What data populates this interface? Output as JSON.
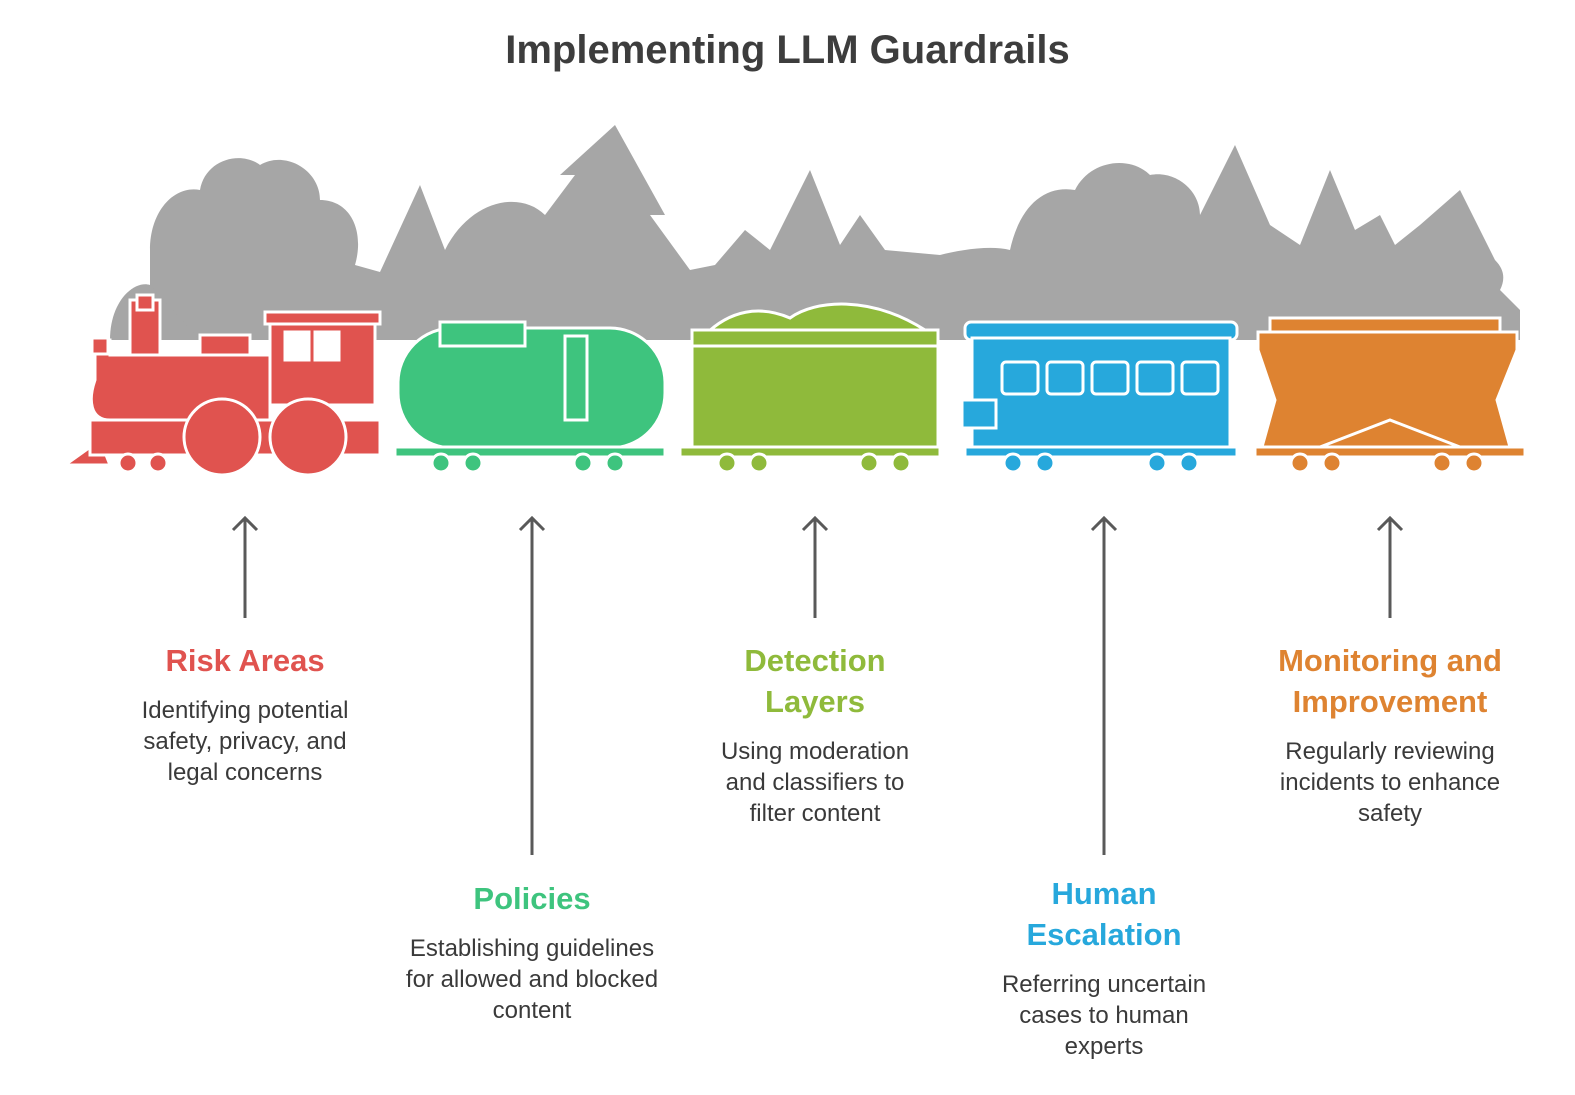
{
  "title": "Implementing LLM Guardrails",
  "colors": {
    "background_silhouette": "#a6a6a6",
    "arrow": "#595959",
    "text": "#3a3a3a"
  },
  "steps": [
    {
      "title": "Risk Areas",
      "description": "Identifying potential safety, privacy, and legal concerns",
      "color": "#e0534f",
      "icon": "locomotive-icon"
    },
    {
      "title": "Policies",
      "description": "Establishing guidelines for allowed and blocked content",
      "color": "#3ec47e",
      "icon": "tank-car-icon"
    },
    {
      "title": "Detection Layers",
      "description": "Using moderation and classifiers to filter content",
      "color": "#8fba3b",
      "icon": "gondola-car-icon"
    },
    {
      "title": "Human Escalation",
      "description": "Referring uncertain cases to human experts",
      "color": "#27a8dc",
      "icon": "passenger-car-icon"
    },
    {
      "title": "Monitoring and Improvement",
      "description": "Regularly reviewing incidents to enhance safety",
      "color": "#de8331",
      "icon": "hopper-car-icon"
    }
  ]
}
